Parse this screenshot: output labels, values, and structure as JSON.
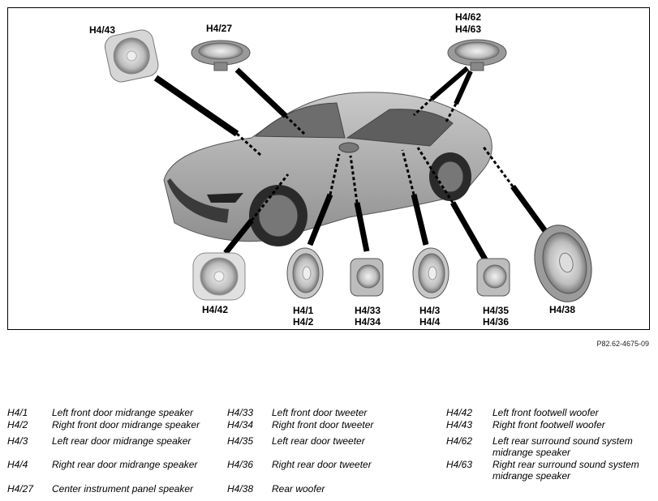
{
  "callouts": {
    "h4_43": "H4/43",
    "h4_27": "H4/27",
    "h4_62": "H4/62",
    "h4_63": "H4/63",
    "h4_42": "H4/42",
    "h4_1": "H4/1",
    "h4_2": "H4/2",
    "h4_33": "H4/33",
    "h4_34": "H4/34",
    "h4_3": "H4/3",
    "h4_4": "H4/4",
    "h4_35": "H4/35",
    "h4_36": "H4/36",
    "h4_38": "H4/38"
  },
  "reference_code": "P82.62-4675-09",
  "legend": {
    "col1": [
      {
        "code": "H4/1",
        "desc": "Left front door midrange speaker"
      },
      {
        "code": "H4/2",
        "desc": "Right front door midrange speaker"
      },
      {
        "code": "H4/3",
        "desc": "Left rear door midrange speaker"
      },
      {
        "code": "H4/4",
        "desc": "Right rear door midrange speaker"
      },
      {
        "code": "H4/27",
        "desc": "Center instrument panel speaker"
      }
    ],
    "col2": [
      {
        "code": "H4/33",
        "desc": "Left front door tweeter"
      },
      {
        "code": "H4/34",
        "desc": "Right front door tweeter"
      },
      {
        "code": "H4/35",
        "desc": "Left rear door tweeter"
      },
      {
        "code": "H4/36",
        "desc": "Right rear door tweeter"
      },
      {
        "code": "H4/38",
        "desc": "Rear woofer"
      }
    ],
    "col3": [
      {
        "code": "H4/42",
        "desc": "Left front footwell woofer"
      },
      {
        "code": "H4/43",
        "desc": "Right front footwell woofer"
      },
      {
        "code": "H4/62",
        "desc": "Left rear surround sound system",
        "desc2": "midrange speaker"
      },
      {
        "code": "H4/63",
        "desc": "Right rear surround sound system",
        "desc2": "midrange speaker"
      }
    ]
  }
}
